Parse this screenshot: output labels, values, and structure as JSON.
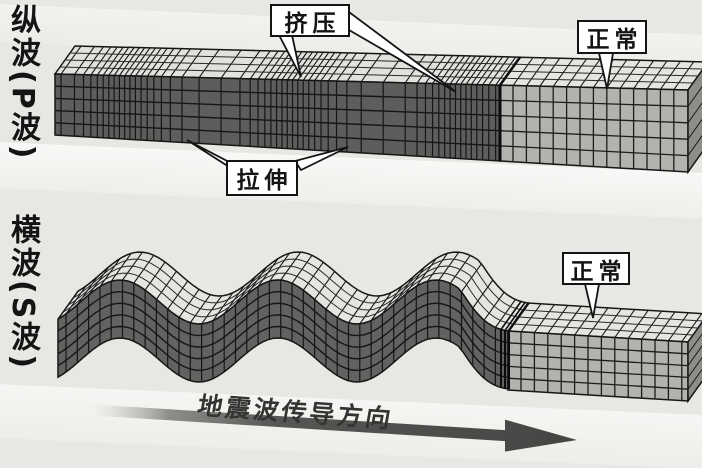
{
  "labels": {
    "p_wave": "纵波(P波)",
    "s_wave": "横波(S波)",
    "compression": "挤压",
    "stretch": "拉伸",
    "normal_top": "正常",
    "normal_bottom": "正常",
    "direction": "地震波传导方向"
  },
  "colors": {
    "background": "#e8e7e3",
    "bar_front_disturbed": "#5d5d5b",
    "bar_front_normal": "#b3b2ae",
    "bar_top_face": "#e2e1dd",
    "grid_line": "#161616",
    "arrow": "#454543",
    "callout_border": "#141414",
    "callout_background": "#ffffff"
  }
}
